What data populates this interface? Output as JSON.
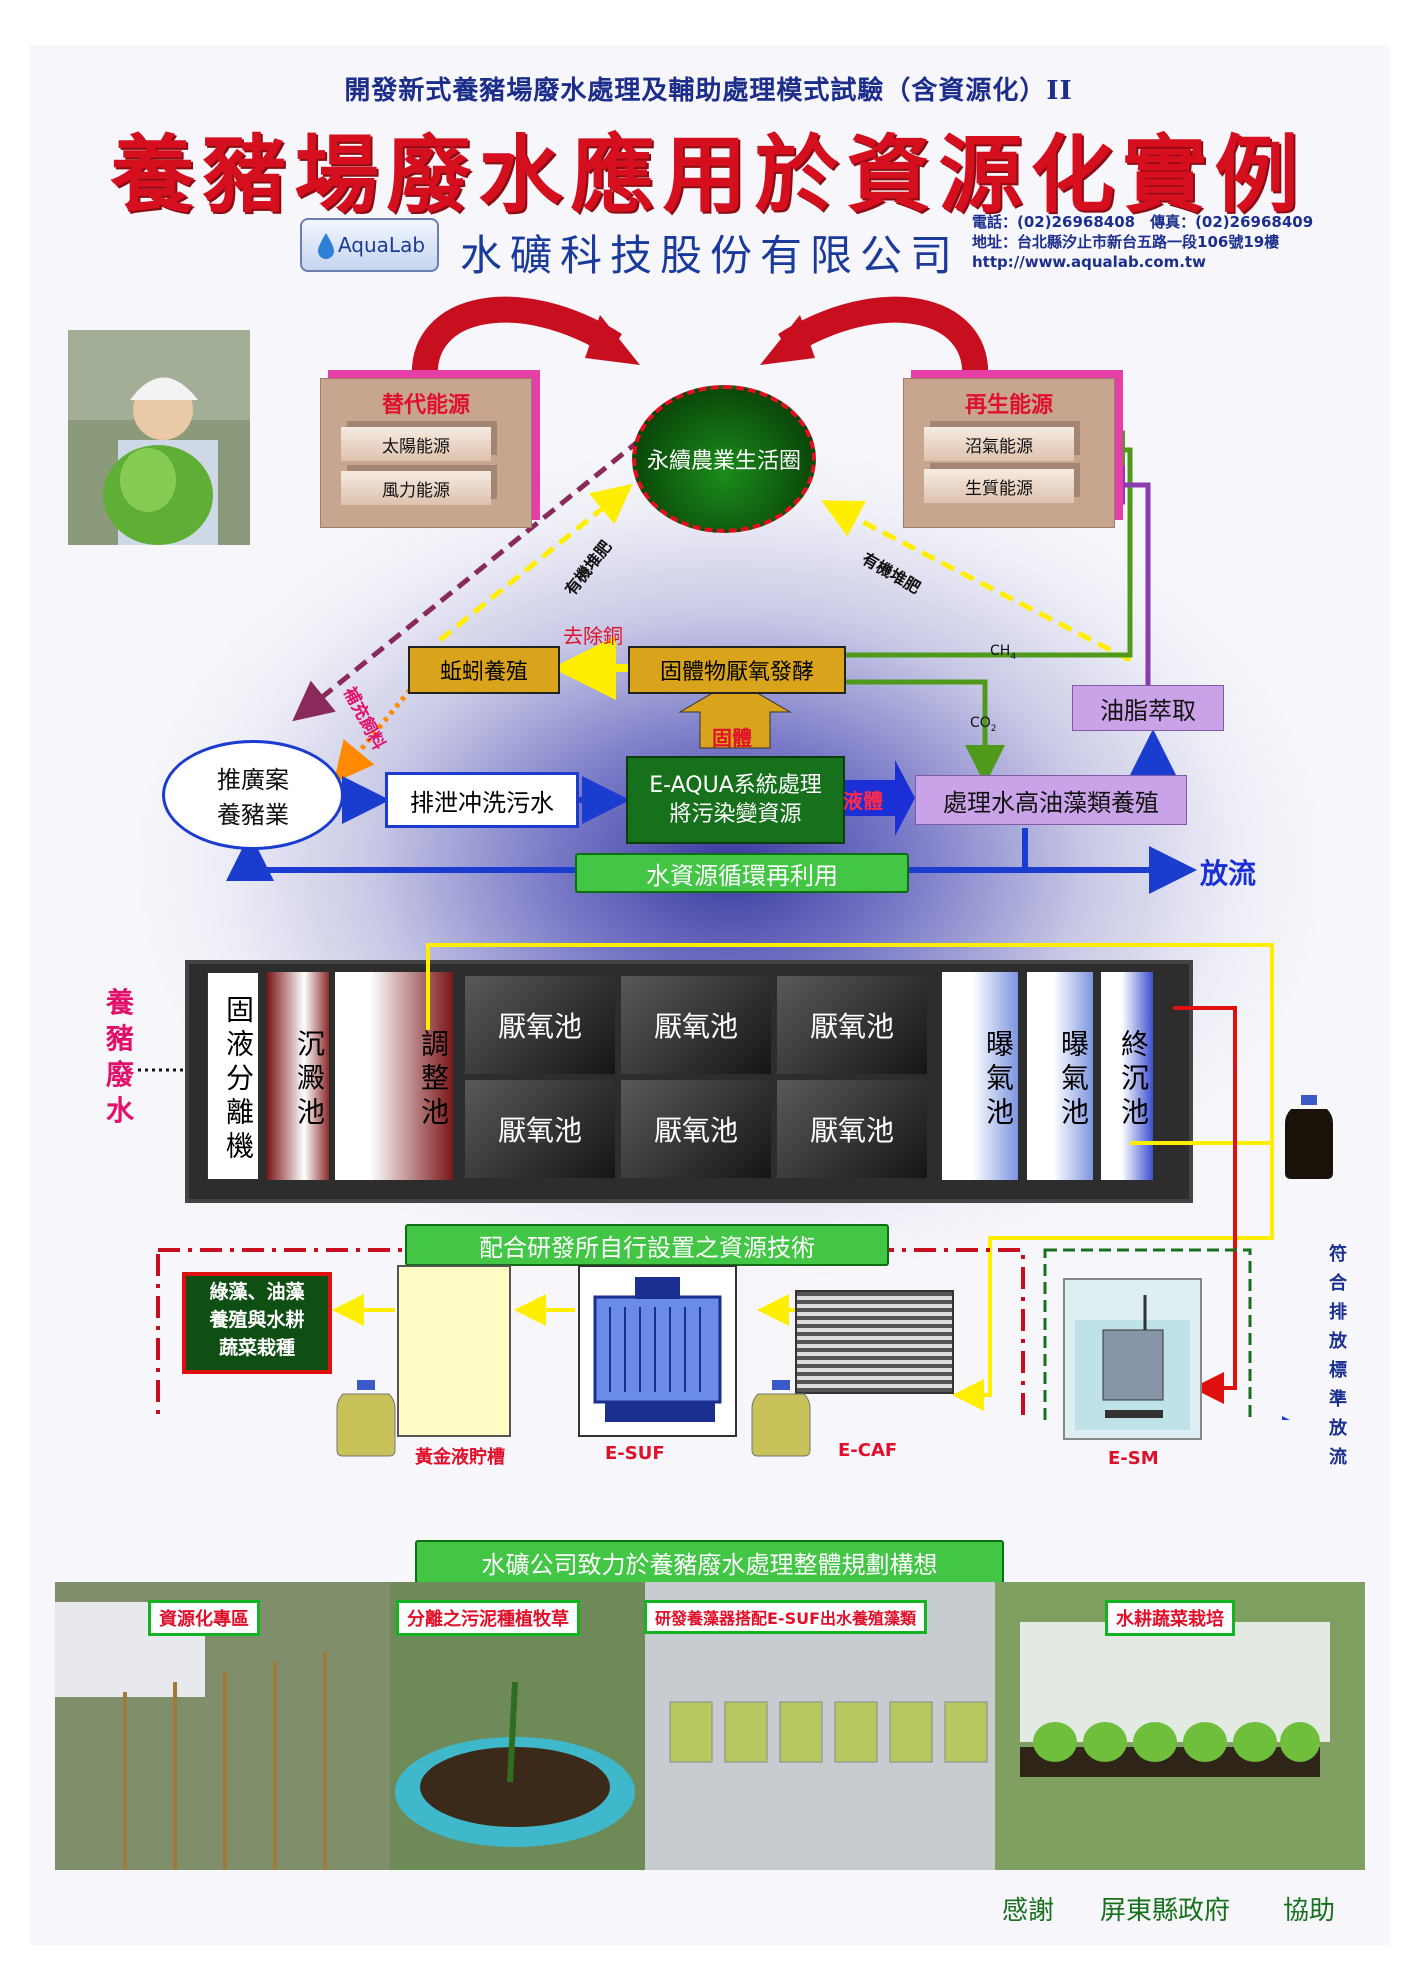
{
  "header": {
    "subtitle": "開發新式養豬場廢水處理及輔助處理模式試驗（含資源化）II",
    "title": "養豬場廢水應用於資源化實例",
    "logo": "AquaLab",
    "company": "水礦科技股份有限公司",
    "phone": "電話：(02)26968408　傳真：(02)26968409",
    "address": "地址：台北縣汐止市新台五路一段106號19樓",
    "website": "http://www.aqualab.com.tw"
  },
  "cycle": {
    "alt_energy": {
      "title": "替代能源",
      "items": [
        "太陽能源",
        "風力能源"
      ]
    },
    "renew_energy": {
      "title": "再生能源",
      "items": [
        "沼氣能源",
        "生質能源"
      ]
    },
    "center": "永續農業生活圈",
    "organic_left": "有機堆肥",
    "organic_right": "有機堆肥",
    "copper_removal": "去除銅",
    "supplement": "補充飼料",
    "worm": "蚯蚓養殖",
    "anaerobic": "固體物厭氧發酵",
    "solid": "固體",
    "liquid": "液體",
    "ch4": "CH",
    "ch4_sub": "4",
    "co2": "CO",
    "co2_sub": "2",
    "oil": "油脂萃取",
    "farm": [
      "推廣案",
      "養豬業"
    ],
    "wash": "排泄冲洗污水",
    "eaqua": [
      "E-AQUA系統處理",
      "將污染變資源"
    ],
    "algae": "處理水高油藻類養殖",
    "reuse": "水資源循環再利用",
    "discharge": "放流"
  },
  "plant": {
    "input_label": "養豬廢水",
    "tanks": [
      "固液分離機",
      "沉澱池",
      "調整池"
    ],
    "anaerobic_tanks": [
      "厭氧池",
      "厭氧池",
      "厭氧池",
      "厭氧池",
      "厭氧池",
      "厭氧池"
    ],
    "aeration": [
      "曝氣池",
      "曝氣池",
      "終沉池"
    ]
  },
  "resource": {
    "banner": "配合研發所自行設置之資源技術",
    "algae_box": [
      "綠藻、油藻",
      "養殖與水耕",
      "蔬菜栽種"
    ],
    "golden_tank": "黃金液貯槽",
    "esuf": "E-SUF",
    "ecaf": "E-CAF",
    "esm": "E-SM",
    "compliant": "符合排放標準放流"
  },
  "bottom": {
    "banner": "水礦公司致力於養豬廢水處理整體規劃構想",
    "photos": [
      "資源化專區",
      "分離之污泥種植牧草",
      "研發養藻器搭配E-SUF出水養殖藻類",
      "水耕蔬菜栽培"
    ],
    "thanks": [
      "感謝",
      "屏東縣政府",
      "協助"
    ]
  },
  "colors": {
    "title_red": "#d60f1f",
    "blue": "#1a3ccf",
    "green": "#17701c",
    "yellow": "#ffee00"
  }
}
